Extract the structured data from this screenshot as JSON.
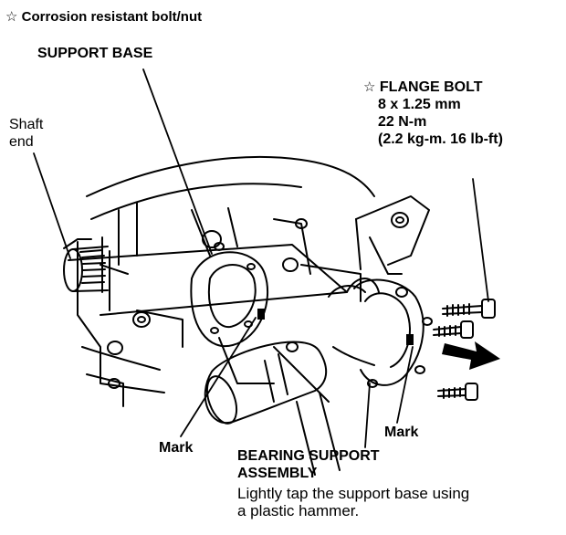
{
  "header": {
    "star_symbol": "☆",
    "note": "Corrosion resistant bolt/nut"
  },
  "labels": {
    "support_base": "SUPPORT BASE",
    "shaft_end_line1": "Shaft",
    "shaft_end_line2": "end",
    "flange_bolt": {
      "star_symbol": "☆",
      "title": "FLANGE BOLT",
      "size": "8 x 1.25 mm",
      "torque": "22 N-m",
      "torque_alt": "(2.2 kg-m. 16 lb-ft)"
    },
    "mark_left": "Mark",
    "mark_right": "Mark",
    "bearing_support_line1": "BEARING SUPPORT",
    "bearing_support_line2": "ASSEMBLY",
    "instruction_line1": "Lightly tap the support base using",
    "instruction_line2": "a plastic hammer."
  }
}
